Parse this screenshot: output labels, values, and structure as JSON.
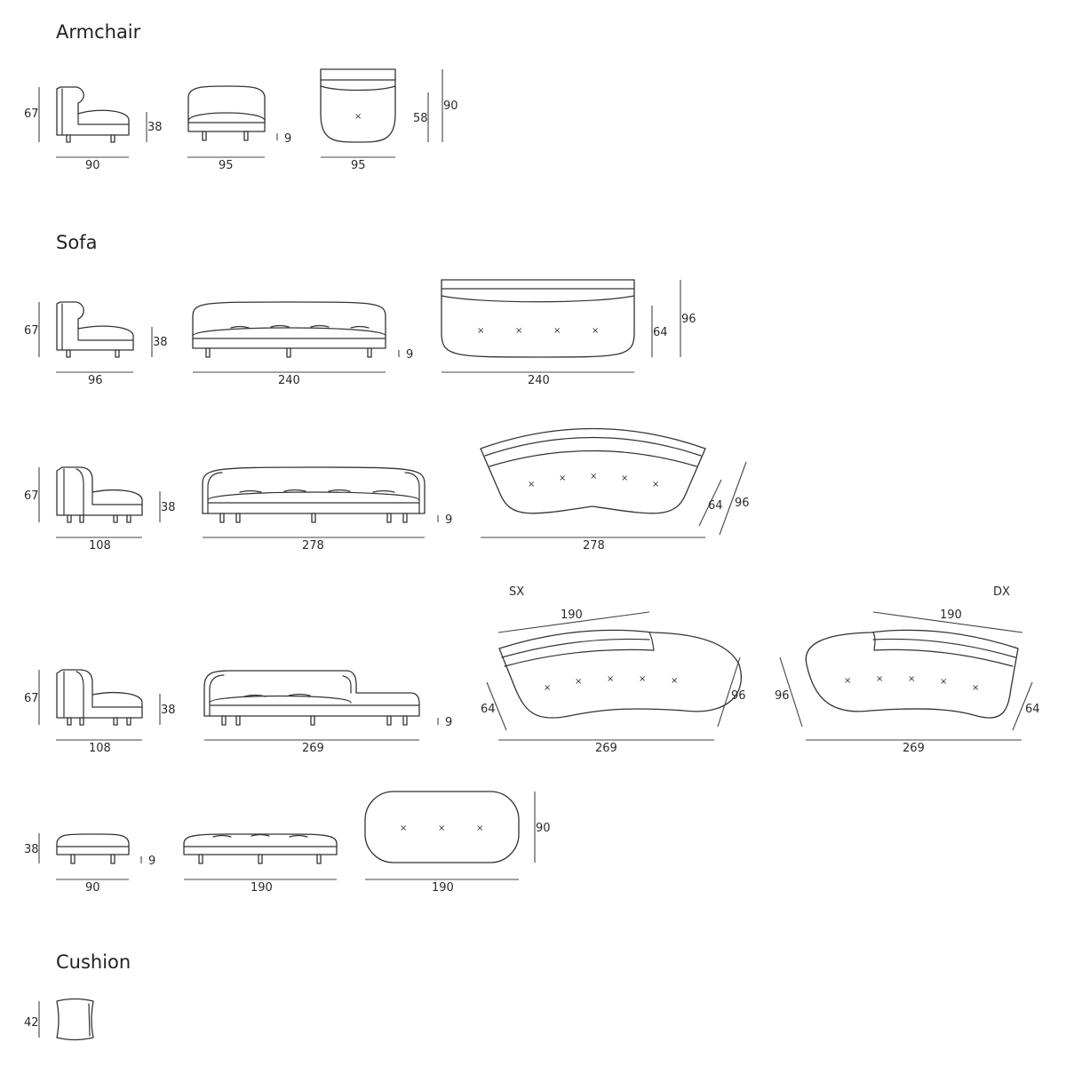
{
  "sections": {
    "armchair": "Armchair",
    "sofa": "Sofa",
    "cushion": "Cushion"
  },
  "armchair": {
    "height": "67",
    "seat_height": "38",
    "leg_height": "9",
    "side_width": "90",
    "front_width": "95",
    "top_width": "95",
    "top_depth_seat": "58",
    "top_depth_total": "90"
  },
  "sofa240": {
    "height": "67",
    "seat_height": "38",
    "leg_height": "9",
    "side_width": "96",
    "front_width": "240",
    "top_width": "240",
    "top_depth_seat": "64",
    "top_depth_total": "96"
  },
  "sofa278": {
    "height": "67",
    "seat_height": "38",
    "leg_height": "9",
    "side_width": "108",
    "front_width": "278",
    "top_width": "278",
    "top_depth_seat": "64",
    "top_depth_total": "96"
  },
  "sofa269": {
    "height": "67",
    "seat_height": "38",
    "leg_height": "9",
    "side_width": "108",
    "front_width": "269",
    "sx_label": "SX",
    "dx_label": "DX",
    "sx_back_width": "190",
    "dx_back_width": "190",
    "sx_width": "269",
    "dx_width": "269",
    "sx_depth_seat": "64",
    "sx_depth_total": "96",
    "dx_depth_total": "96",
    "dx_depth_seat": "64"
  },
  "pouf": {
    "height": "38",
    "leg_height": "9",
    "small_width": "90",
    "large_width": "190",
    "top_width": "190",
    "top_depth": "90"
  },
  "cushion": {
    "size": "42"
  },
  "glyphs": {
    "button": "×"
  }
}
